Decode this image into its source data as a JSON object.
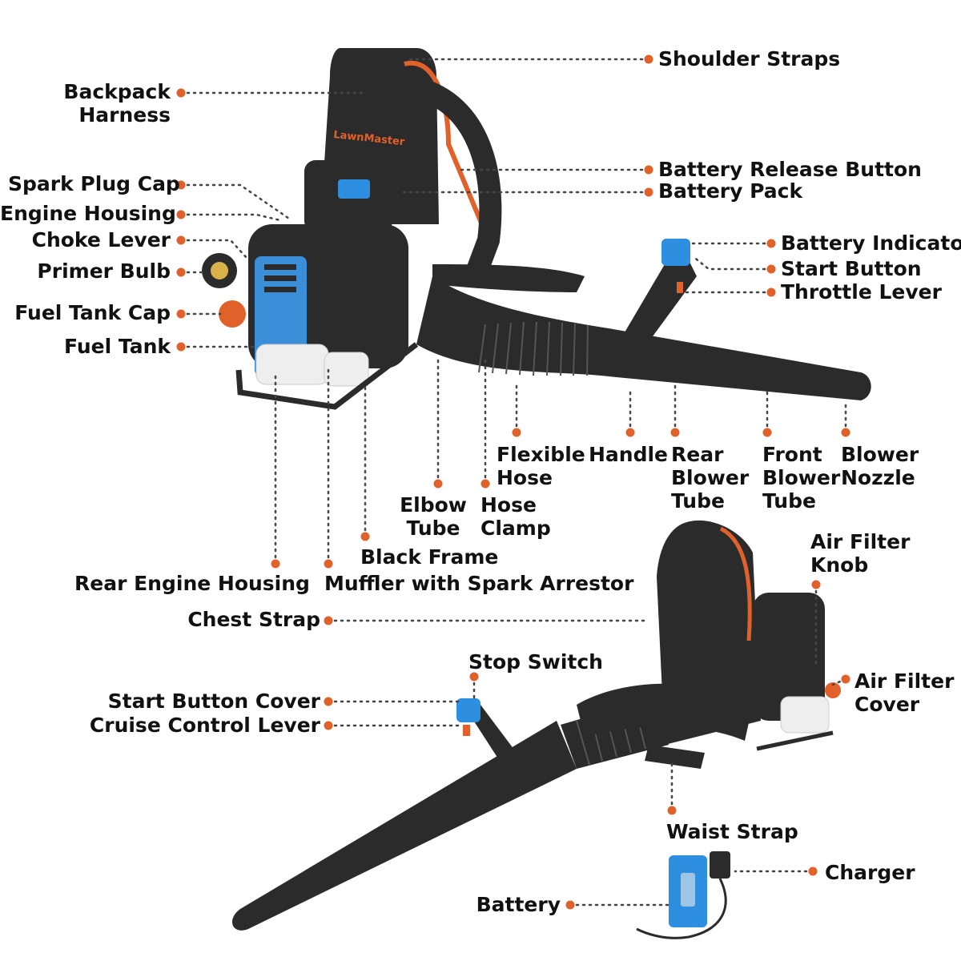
{
  "brand": "LawnMaster",
  "colors": {
    "accent": "#e0622a",
    "body": "#2b2b2b",
    "engine_blue": "#3a8fd8",
    "battery_blue": "#2e8fe0",
    "leader": "#444444"
  },
  "icons": {
    "leader_dot": "orange-dot-icon"
  },
  "labels": {
    "shoulder_straps": "Shoulder Straps",
    "backpack_harness": "Backpack\nHarness",
    "battery_release_button": "Battery Release Button",
    "battery_pack": "Battery Pack",
    "spark_plug_cap": "Spark Plug Cap",
    "engine_housing": "Engine Housing",
    "choke_lever": "Choke Lever",
    "primer_bulb": "Primer Bulb",
    "fuel_tank_cap": "Fuel Tank Cap",
    "fuel_tank": "Fuel Tank",
    "battery_indicator": "Battery Indicator",
    "start_button": "Start Button",
    "throttle_lever": "Throttle Lever",
    "flexible_hose": "Flexible\nHose",
    "handle": "Handle",
    "rear_blower_tube": "Rear\nBlower\nTube",
    "front_blower_tube": "Front\nBlower\nTube",
    "blower_nozzle": "Blower\nNozzle",
    "elbow_tube": "Elbow\nTube",
    "hose_clamp": "Hose\nClamp",
    "black_frame": "Black Frame",
    "rear_engine_housing": "Rear Engine Housing",
    "muffler_with_spark_arrestor": "Muffler with Spark Arrestor",
    "chest_strap": "Chest Strap",
    "air_filter_knob": "Air Filter\nKnob",
    "stop_switch": "Stop Switch",
    "air_filter_cover": "Air Filter\nCover",
    "start_button_cover": "Start Button Cover",
    "cruise_control_lever": "Cruise Control Lever",
    "waist_strap": "Waist Strap",
    "charger": "Charger",
    "battery": "Battery"
  }
}
